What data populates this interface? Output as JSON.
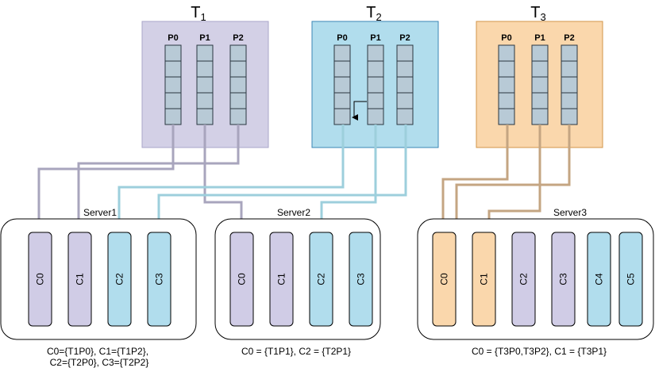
{
  "colors": {
    "t1_fill": "#d3d0e6",
    "t1_stroke": "#a9a6c9",
    "t1_line": "#a8a5bd",
    "t2_fill": "#b1dded",
    "t2_stroke": "#3a86b5",
    "t2_line": "#9dcfdc",
    "t3_fill": "#fad7ac",
    "t3_stroke": "#d2954a",
    "t3_line": "#c4a582",
    "queue_fill": "#b8cad6",
    "queue_stroke": "#2a3640",
    "consumer_purple": "#d0cce6",
    "consumer_blue": "#b1dded",
    "consumer_orange": "#fad7ac"
  },
  "topics": [
    {
      "id": "t1",
      "title": "T",
      "subscript": "1",
      "partitions": [
        "P0",
        "P1",
        "P2"
      ]
    },
    {
      "id": "t2",
      "title": "T",
      "subscript": "2",
      "partitions": [
        "P0",
        "P1",
        "P2"
      ]
    },
    {
      "id": "t3",
      "title": "T",
      "subscript": "3",
      "partitions": [
        "P0",
        "P1",
        "P2"
      ]
    }
  ],
  "servers": [
    {
      "id": "server1",
      "name": "Server1",
      "consumers": [
        {
          "label": "C0",
          "color": "purple"
        },
        {
          "label": "C1",
          "color": "purple"
        },
        {
          "label": "C2",
          "color": "blue"
        },
        {
          "label": "C3",
          "color": "blue"
        }
      ],
      "caption_lines": [
        "C0={T1P0}, C1={T1P2},",
        "C2={T2P0}, C3={T2P2}"
      ]
    },
    {
      "id": "server2",
      "name": "Server2",
      "consumers": [
        {
          "label": "C0",
          "color": "purple"
        },
        {
          "label": "C1",
          "color": "purple"
        },
        {
          "label": "C2",
          "color": "blue"
        },
        {
          "label": "C3",
          "color": "blue"
        }
      ],
      "caption_lines": [
        "C0 = {T1P1}, C2 = {T2P1}"
      ]
    },
    {
      "id": "server3",
      "name": "Server3",
      "consumers": [
        {
          "label": "C0",
          "color": "orange"
        },
        {
          "label": "C1",
          "color": "orange"
        },
        {
          "label": "C2",
          "color": "purple"
        },
        {
          "label": "C3",
          "color": "purple"
        },
        {
          "label": "C4",
          "color": "blue"
        },
        {
          "label": "C5",
          "color": "blue"
        }
      ],
      "caption_lines": [
        "C0 = {T3P0,T3P2}, C1 = {T3P1}"
      ]
    }
  ]
}
